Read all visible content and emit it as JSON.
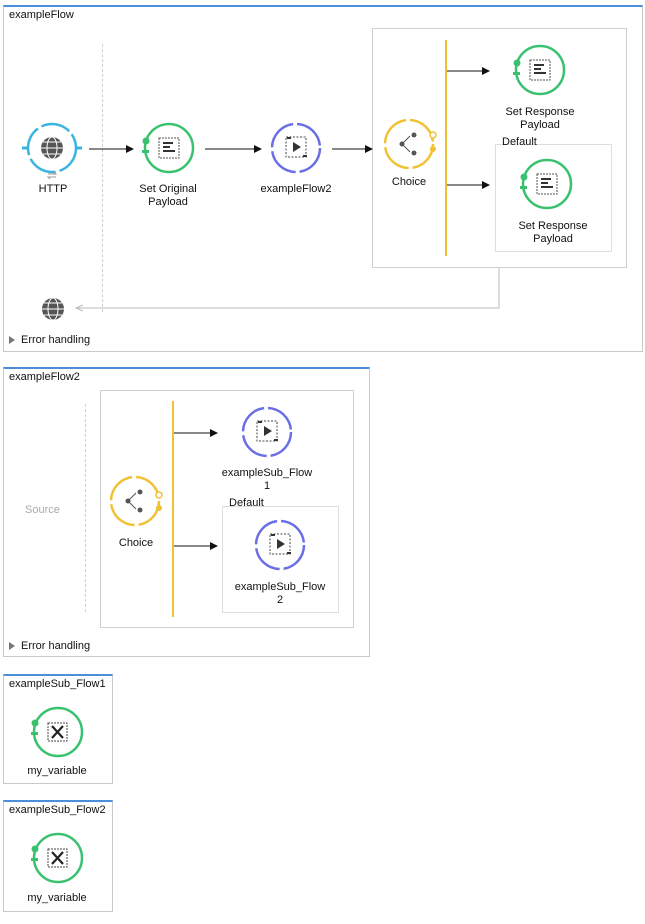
{
  "flows": {
    "example_flow": {
      "title": "exampleFlow",
      "http_label": "HTTP",
      "set_original_label": "Set Original\nPayload",
      "flow_ref_label": "exampleFlow2",
      "choice_label": "Choice",
      "set_response_1_label": "Set Response\nPayload",
      "default_label": "Default",
      "set_response_2_label": "Set Response\nPayload",
      "error_handling": "Error handling"
    },
    "example_flow2": {
      "title": "exampleFlow2",
      "source_label": "Source",
      "choice_label": "Choice",
      "sub_flow_ref_1_label": "exampleSub_Flow\n1",
      "default_label": "Default",
      "sub_flow_ref_2_label": "exampleSub_Flow\n2",
      "error_handling": "Error handling"
    },
    "sub_flow1": {
      "title": "exampleSub_Flow1",
      "component_label": "my_variable"
    },
    "sub_flow2": {
      "title": "exampleSub_Flow2",
      "component_label": "my_variable"
    }
  },
  "colors": {
    "http": "#3bb3e0",
    "transformer": "#39c16f",
    "flow_reference": "#6b6fe6",
    "choice": "#f0c233",
    "flow_border": "#4a8fdc"
  },
  "icons": {
    "http": "globe-icon",
    "set_payload": "set-payload-icon",
    "flow_ref": "flow-reference-icon",
    "choice": "choice-icon",
    "variable": "set-variable-icon"
  }
}
